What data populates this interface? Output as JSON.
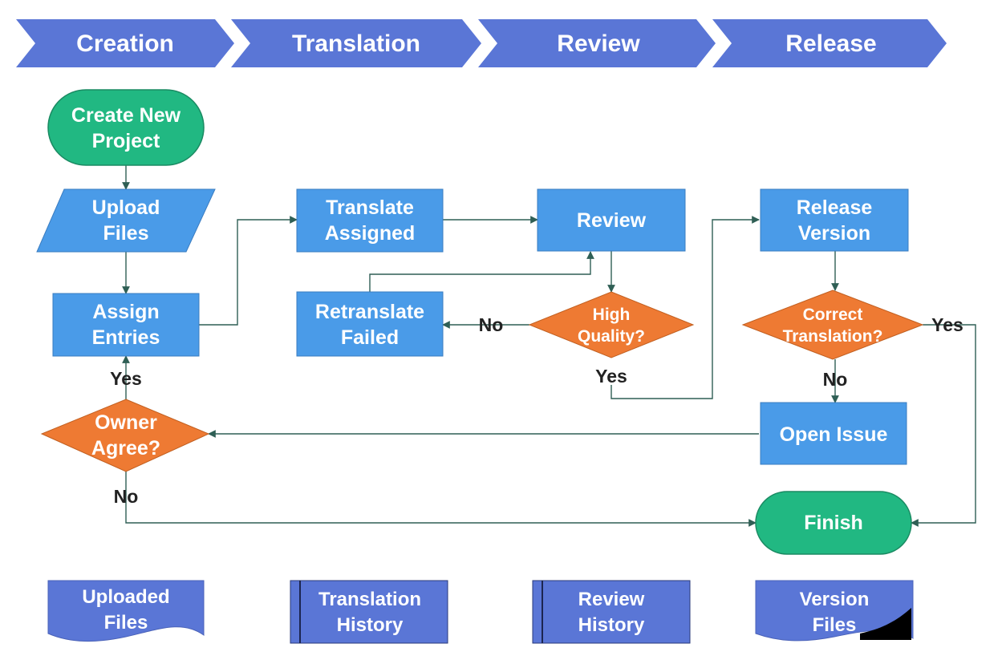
{
  "colors": {
    "phase": "#5a76d6",
    "process": "#4a9be8",
    "terminal": "#21b882",
    "decision": "#ee7a33",
    "document": "#5a76d6",
    "connector": "#2f5f55",
    "label": "#222222"
  },
  "phases": {
    "creation": "Creation",
    "translation": "Translation",
    "review": "Review",
    "release": "Release"
  },
  "nodes": {
    "create_project": [
      "Create New",
      "Project"
    ],
    "upload_files": [
      "Upload",
      "Files"
    ],
    "assign_entries": [
      "Assign",
      "Entries"
    ],
    "owner_agree": [
      "Owner",
      "Agree?"
    ],
    "translate_assigned": [
      "Translate",
      "Assigned"
    ],
    "retranslate_failed": [
      "Retranslate",
      "Failed"
    ],
    "review": [
      "Review"
    ],
    "high_quality": [
      "High",
      "Quality?"
    ],
    "release_version": [
      "Release",
      "Version"
    ],
    "correct_translation": [
      "Correct",
      "Translation?"
    ],
    "open_issue": [
      "Open Issue"
    ],
    "finish": [
      "Finish"
    ]
  },
  "edge_labels": {
    "owner_yes": "Yes",
    "owner_no": "No",
    "quality_no": "No",
    "quality_yes": "Yes",
    "correct_yes": "Yes",
    "correct_no": "No"
  },
  "artifacts": {
    "uploaded_files": [
      "Uploaded",
      "Files"
    ],
    "translation_history": [
      "Translation",
      "History"
    ],
    "review_history": [
      "Review",
      "History"
    ],
    "version_files": [
      "Version",
      "Files"
    ]
  }
}
